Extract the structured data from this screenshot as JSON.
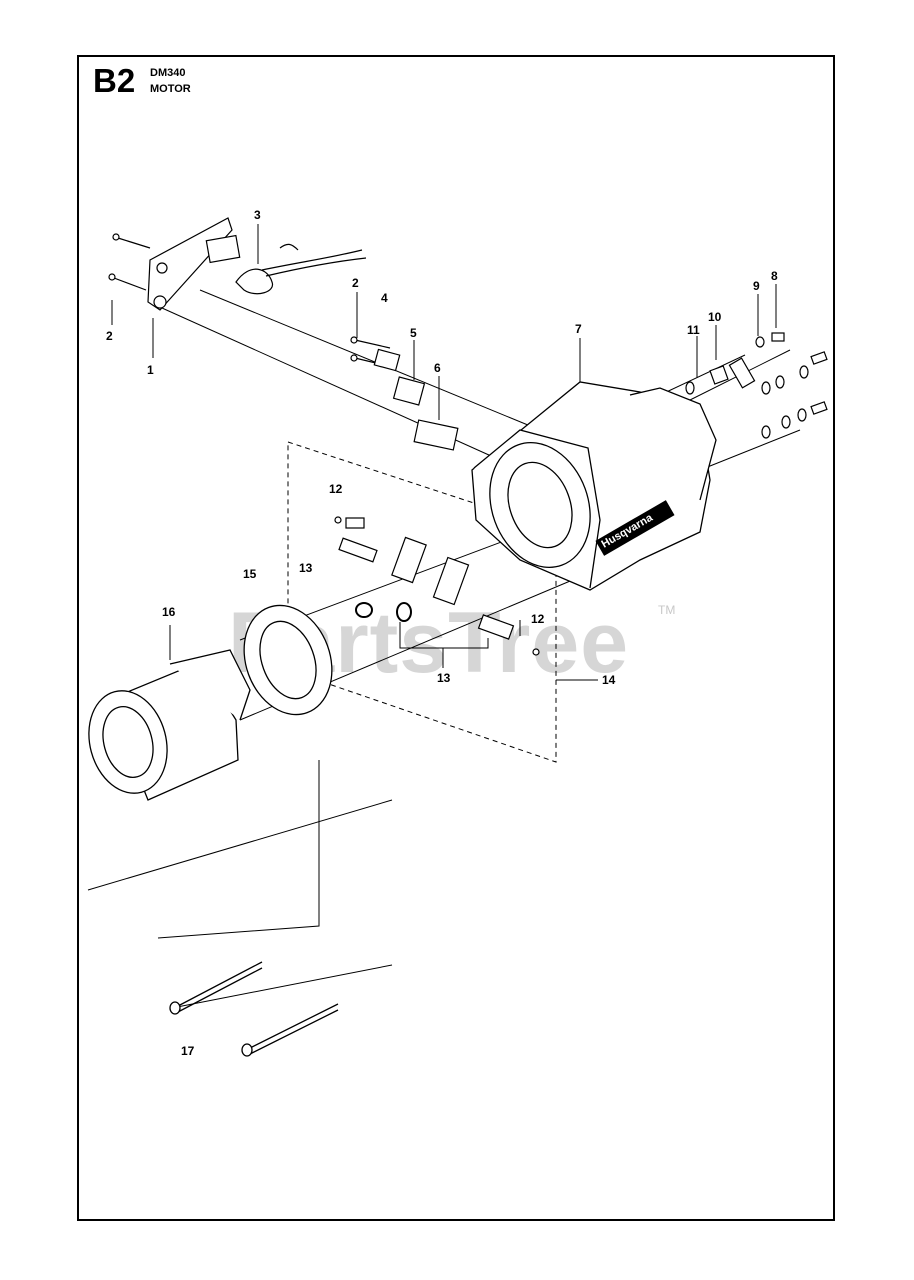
{
  "header": {
    "section_code": "B2",
    "model": "DM340",
    "title": "MOTOR"
  },
  "watermark": {
    "text": "PartsTree",
    "trademark": "TM"
  },
  "housing_brand": "Husqvarna",
  "callouts": {
    "c1": "1",
    "c2a": "2",
    "c2b": "2",
    "c3": "3",
    "c4": "4",
    "c5": "5",
    "c6": "6",
    "c7": "7",
    "c8": "8",
    "c9": "9",
    "c10": "10",
    "c11": "11",
    "c12a": "12",
    "c12b": "12",
    "c13a": "13",
    "c13b": "13",
    "c14": "14",
    "c15": "15",
    "c16": "16",
    "c17": "17"
  }
}
